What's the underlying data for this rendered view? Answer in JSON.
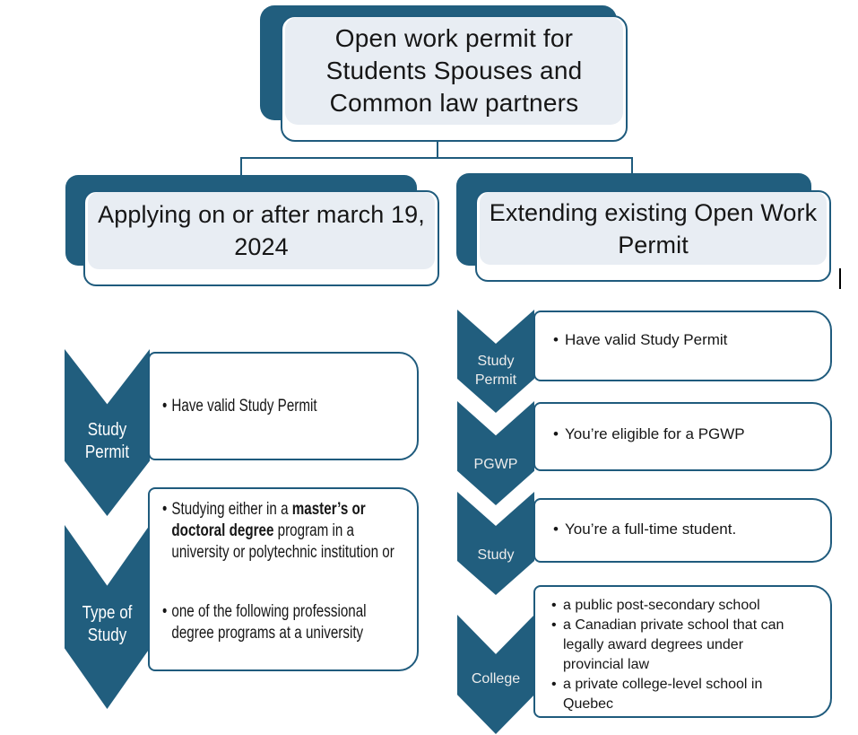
{
  "bullet_char": "•",
  "colors": {
    "teal_fill": "#215e7e",
    "teal_border": "#1f5b7d",
    "light_tint": "#e8edf3",
    "text": "#161616",
    "chevron_label": "#ffffff"
  },
  "root_title": "Open work permit for Students Spouses and Common law partners",
  "branches": {
    "left_title": "Applying on or after march 19, 2024",
    "right_title": "Extending existing Open Work Permit"
  },
  "left_steps": {
    "step1": {
      "label": "Study Permit",
      "bullet": "Have valid Study Permit"
    },
    "step2": {
      "label": "Type of Study",
      "bullet1": {
        "pre": "Studying either in a ",
        "bold": "master’s or doctoral degree",
        "post": " program in a university or polytechnic institution or"
      },
      "bullet2": "one of the following professional degree programs at a university"
    }
  },
  "right_steps": {
    "step1": {
      "label": "Study Permit",
      "bullets": [
        "Have valid Study Permit"
      ]
    },
    "step2": {
      "label": "PGWP",
      "bullets": [
        "You’re eligible for a PGWP"
      ]
    },
    "step3": {
      "label": "Study",
      "bullets": [
        "You’re a full-time student."
      ]
    },
    "step4": {
      "label": "College",
      "bullets": [
        "a public post-secondary school",
        "a Canadian private school that can legally award degrees under provincial law",
        "a private college-level school in Quebec"
      ]
    }
  }
}
